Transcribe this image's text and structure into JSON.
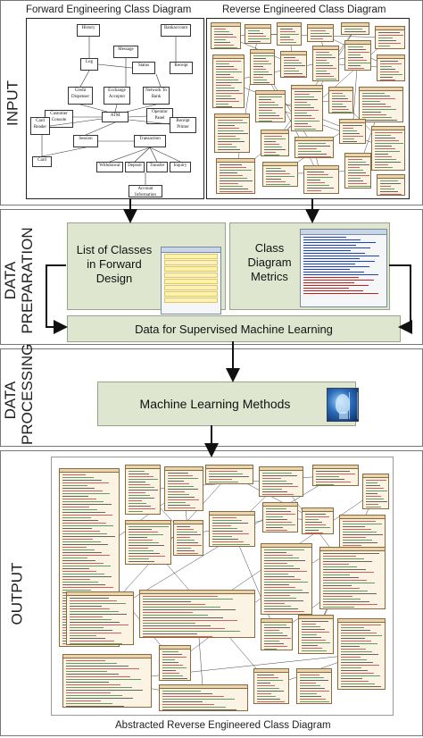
{
  "stages": {
    "input": "INPUT",
    "data_preparation": "DATA\nPREPARATION",
    "data_processing": "DATA\nPROCESSING",
    "output": "OUTPUT"
  },
  "input": {
    "forward_caption": "Forward Engineering Class Diagram",
    "reverse_caption": "Reverse Engineered Class Diagram",
    "forward_classes": [
      "History",
      "Bankaccount",
      "Message",
      "Log",
      "Status",
      "Receipt",
      "Credit Dispenser",
      "Exchange Acceptor",
      "Network To Bank",
      "ATM",
      "Customer Console",
      "Operator Panel",
      "Receipt Printer",
      "Card Reader",
      "Session",
      "Transaction",
      "Card",
      "Withdrawal",
      "Deposit",
      "Transfer",
      "Inquiry",
      "Account Information"
    ]
  },
  "preparation": {
    "list_label": "List of Classes\nin Forward\nDesign",
    "metrics_label": "Class\nDiagram\nMetrics",
    "data_label": "Data for Supervised Machine Learning"
  },
  "processing": {
    "ml_label": "Machine Learning Methods"
  },
  "output": {
    "caption": "Abstracted Reverse Engineered Class Diagram"
  },
  "colors": {
    "green_box": "#dfe6cf",
    "class_fill": "#fbf3e3",
    "class_border": "#8a6a3a",
    "arrow": "#111111"
  }
}
